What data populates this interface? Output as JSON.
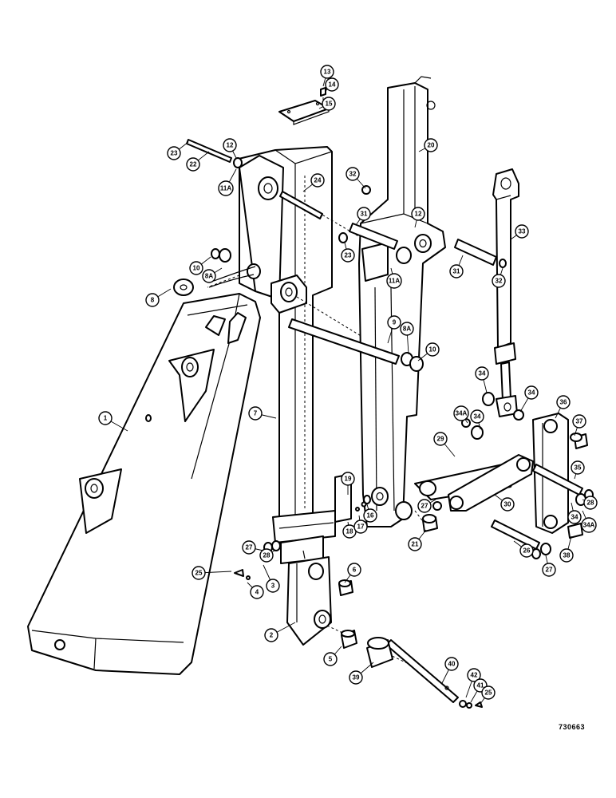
{
  "drawing_number": "730663",
  "callouts": [
    {
      "label": "13"
    },
    {
      "label": "14"
    },
    {
      "label": "15"
    },
    {
      "label": "20"
    },
    {
      "label": "23"
    },
    {
      "label": "22"
    },
    {
      "label": "12"
    },
    {
      "label": "11A"
    },
    {
      "label": "24"
    },
    {
      "label": "32"
    },
    {
      "label": "31"
    },
    {
      "label": "12"
    },
    {
      "label": "33"
    },
    {
      "label": "23"
    },
    {
      "label": "11A"
    },
    {
      "label": "31"
    },
    {
      "label": "32"
    },
    {
      "label": "10"
    },
    {
      "label": "8A"
    },
    {
      "label": "8"
    },
    {
      "label": "9"
    },
    {
      "label": "8A"
    },
    {
      "label": "10"
    },
    {
      "label": "34"
    },
    {
      "label": "34"
    },
    {
      "label": "36"
    },
    {
      "label": "34A"
    },
    {
      "label": "34"
    },
    {
      "label": "37"
    },
    {
      "label": "1"
    },
    {
      "label": "7"
    },
    {
      "label": "29"
    },
    {
      "label": "35"
    },
    {
      "label": "19"
    },
    {
      "label": "27"
    },
    {
      "label": "30"
    },
    {
      "label": "16"
    },
    {
      "label": "18"
    },
    {
      "label": "17"
    },
    {
      "label": "21"
    },
    {
      "label": "34"
    },
    {
      "label": "34A"
    },
    {
      "label": "28"
    },
    {
      "label": "27"
    },
    {
      "label": "26"
    },
    {
      "label": "38"
    },
    {
      "label": "25"
    },
    {
      "label": "3"
    },
    {
      "label": "4"
    },
    {
      "label": "6"
    },
    {
      "label": "27"
    },
    {
      "label": "28"
    },
    {
      "label": "2"
    },
    {
      "label": "5"
    },
    {
      "label": "39"
    },
    {
      "label": "40"
    },
    {
      "label": "42"
    },
    {
      "label": "41"
    },
    {
      "label": "25"
    }
  ]
}
